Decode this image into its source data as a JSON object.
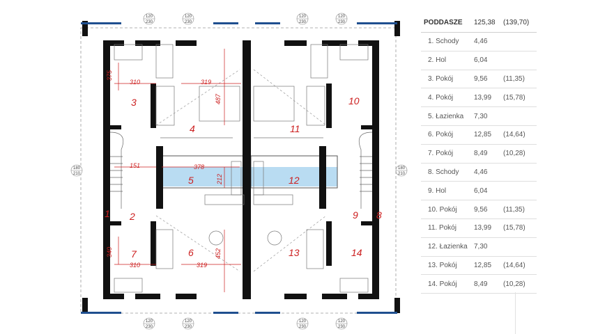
{
  "table": {
    "title": "PODDASZE",
    "total_area": "125,38",
    "total_area_alt": "(139,70)",
    "rows": [
      {
        "name": "1. Schody",
        "area": "4,46",
        "area_alt": ""
      },
      {
        "name": "2. Hol",
        "area": "6,04",
        "area_alt": ""
      },
      {
        "name": "3. Pokój",
        "area": "9,56",
        "area_alt": "(11,35)"
      },
      {
        "name": "4. Pokój",
        "area": "13,99",
        "area_alt": "(15,78)"
      },
      {
        "name": "5. Łazienka",
        "area": "7,30",
        "area_alt": ""
      },
      {
        "name": "6. Pokój",
        "area": "12,85",
        "area_alt": "(14,64)"
      },
      {
        "name": "7. Pokój",
        "area": "8,49",
        "area_alt": "(10,28)"
      },
      {
        "name": "8. Schody",
        "area": "4,46",
        "area_alt": ""
      },
      {
        "name": "9. Hol",
        "area": "6,04",
        "area_alt": ""
      },
      {
        "name": "10. Pokój",
        "area": "9,56",
        "area_alt": "(11,35)"
      },
      {
        "name": "11. Pokój",
        "area": "13,99",
        "area_alt": "(15,78)"
      },
      {
        "name": "12. Łazienka",
        "area": "7,30",
        "area_alt": ""
      },
      {
        "name": "13. Pokój",
        "area": "12,85",
        "area_alt": "(14,64)"
      },
      {
        "name": "14. Pokój",
        "area": "8,49",
        "area_alt": "(10,28)"
      }
    ]
  },
  "plan": {
    "room_numbers": [
      "1",
      "2",
      "3",
      "4",
      "5",
      "6",
      "7",
      "8",
      "9",
      "10",
      "11",
      "12",
      "13",
      "14"
    ],
    "dimensions": [
      "375",
      "310",
      "319",
      "487",
      "151",
      "378",
      "212",
      "340",
      "310",
      "319",
      "452"
    ],
    "window_labels": {
      "w120": "120",
      "w230": "230",
      "w180": "180",
      "w210": "210"
    }
  }
}
